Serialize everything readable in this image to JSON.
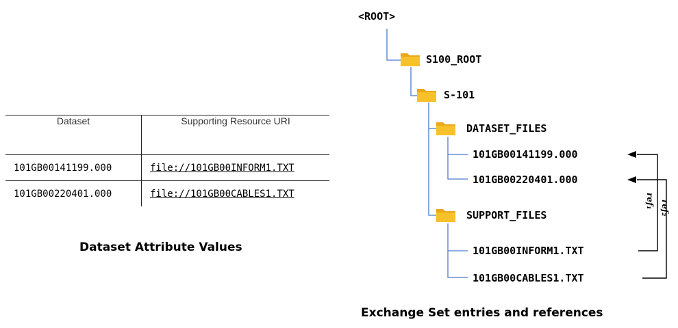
{
  "table": {
    "headers": [
      "Dataset",
      "Supporting Resource URI"
    ],
    "rows": [
      {
        "dataset": "101GB00141199.000",
        "uri": "file://101GB00INFORM1.TXT"
      },
      {
        "dataset": "101GB00220401.000",
        "uri": "file://101GB00CABLES1.TXT"
      }
    ]
  },
  "left_caption": "Dataset Attribute Values",
  "tree": {
    "root": "<ROOT>",
    "s100_root": "S100_ROOT",
    "s101": "S-101",
    "dataset_files": "DATASET_FILES",
    "dataset_1": "101GB00141199.000",
    "dataset_2": "101GB00220401.000",
    "support_files": "SUPPORT_FILES",
    "support_1": "101GB00INFORM1.TXT",
    "support_2": "101GB00CABLES1.TXT"
  },
  "refs": [
    "ref₁",
    "ref₂"
  ],
  "right_caption": "Exchange Set entries and references",
  "colors": {
    "tree_line": "#4a7ac8",
    "folder_body": "#f7c229",
    "folder_tab": "#e9a81a",
    "arrow": "#000000"
  }
}
